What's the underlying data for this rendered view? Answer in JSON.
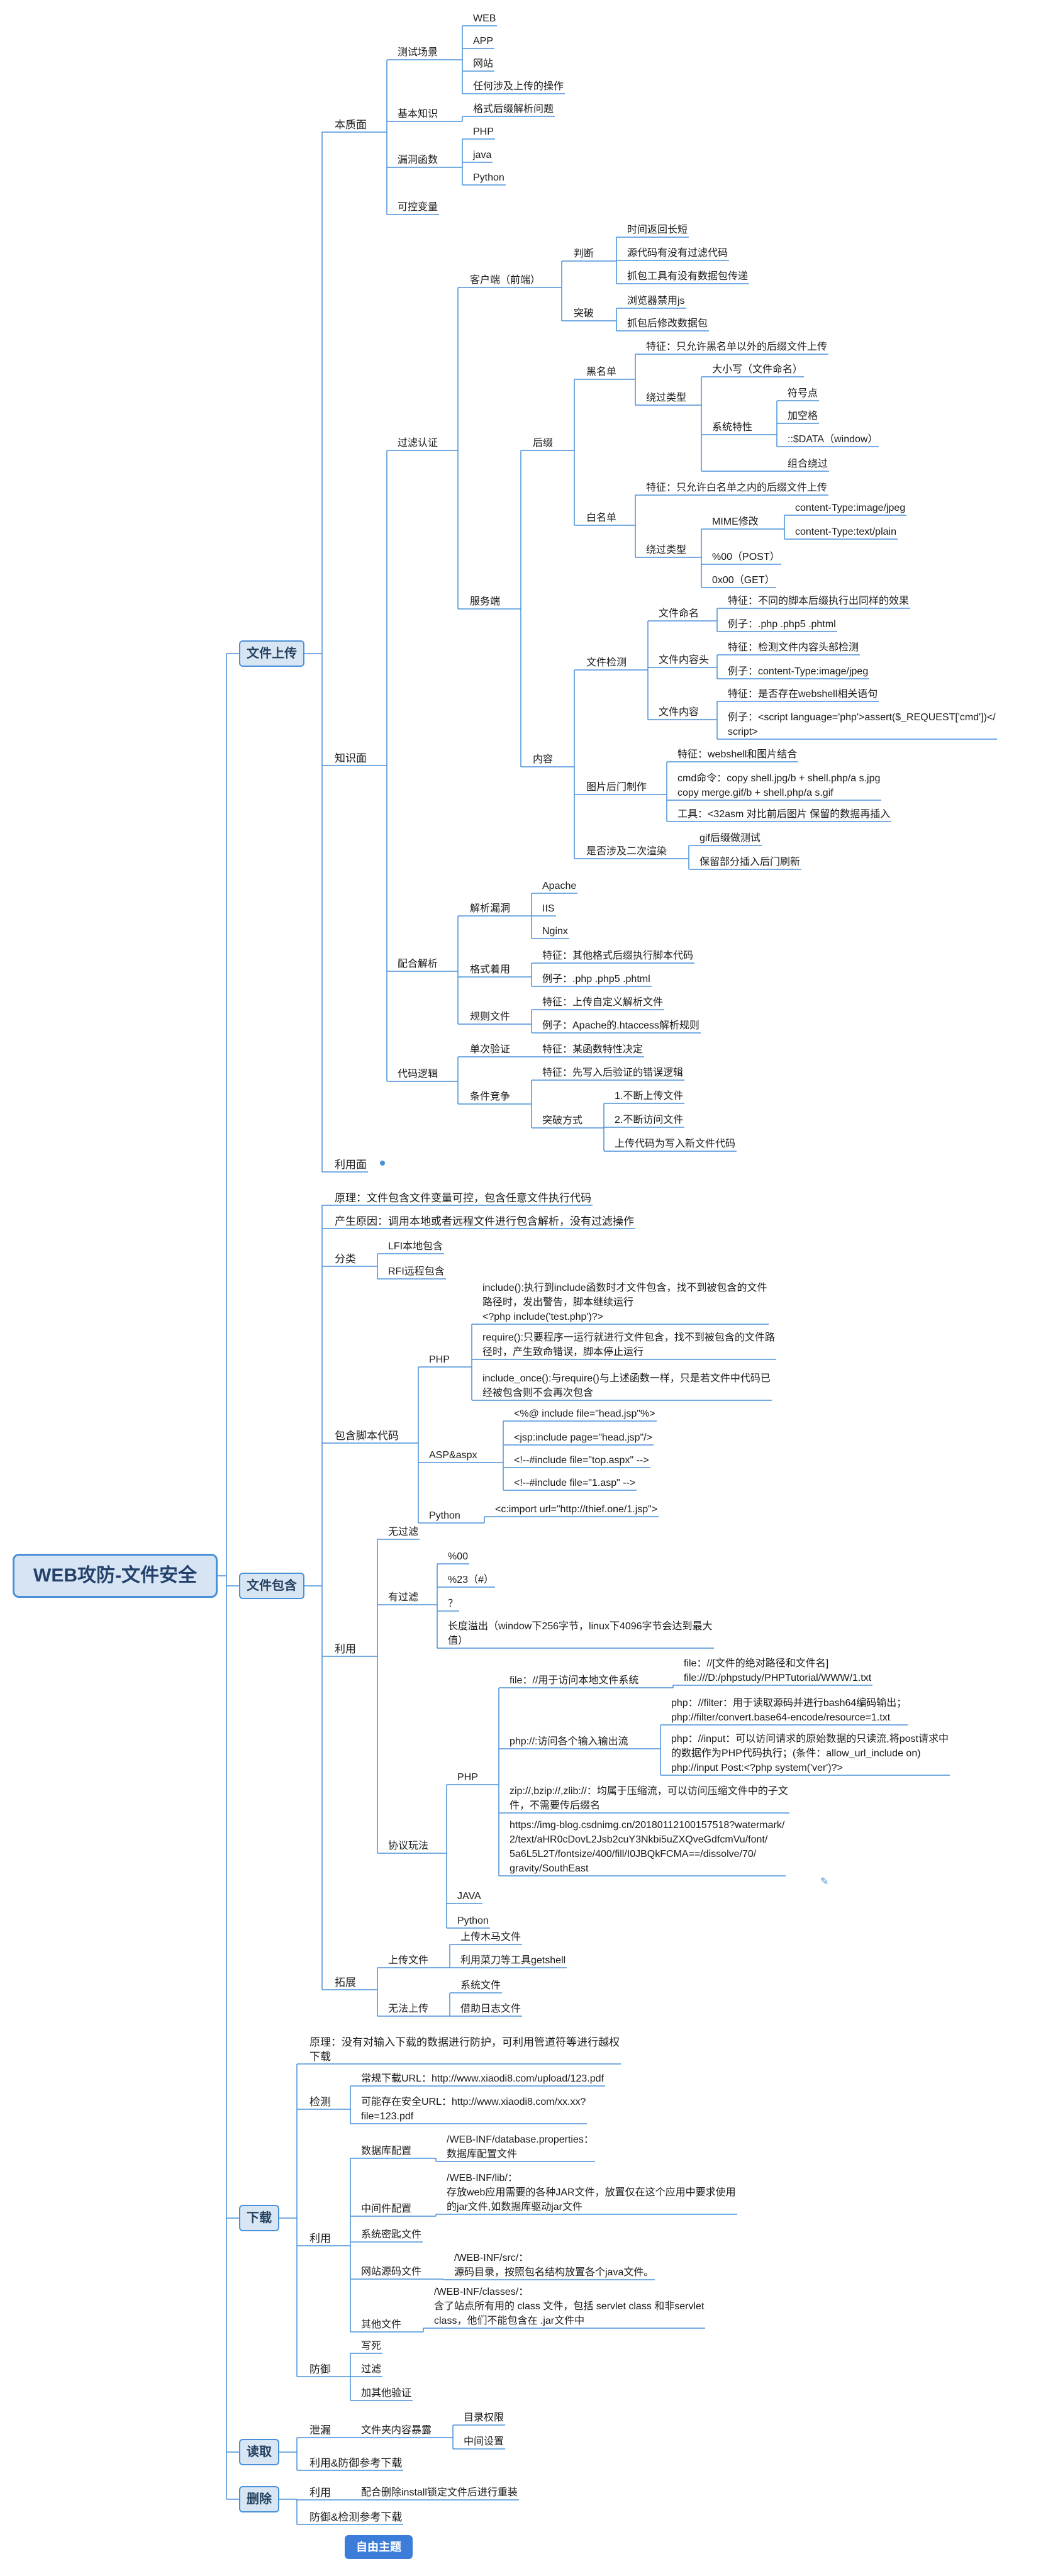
{
  "root": "WEB攻防-文件安全",
  "free_topic": "自由主题",
  "branches": {
    "upload": {
      "label": "文件上传",
      "essence": {
        "label": "本质面",
        "scene": {
          "label": "测试场景",
          "items": [
            "WEB",
            "APP",
            "网站",
            "任何涉及上传的操作"
          ]
        },
        "basic": {
          "label": "基本知识",
          "items": [
            "格式后缀解析问题"
          ]
        },
        "func": {
          "label": "漏洞函数",
          "items": [
            "PHP",
            "java",
            "Python"
          ]
        },
        "var": "可控变量"
      },
      "knowledge": {
        "label": "知识面",
        "filter": {
          "label": "过滤认证",
          "client": {
            "label": "客户端（前端）",
            "judge": {
              "label": "判断",
              "items": [
                "时间返回长短",
                "源代码有没有过滤代码",
                "抓包工具有没有数据包传递"
              ]
            },
            "bypass": {
              "label": "突破",
              "items": [
                "浏览器禁用js",
                "抓包后修改数据包"
              ]
            }
          },
          "server": {
            "label": "服务端",
            "suffix": {
              "label": "后缀",
              "black": {
                "label": "黑名单",
                "feature": "特征：只允许黑名单以外的后缀文件上传",
                "bypass": {
                  "label": "绕过类型",
                  "case": "大小写（文件命名）",
                  "sys": {
                    "label": "系统特性",
                    "items": [
                      "符号点",
                      "加空格",
                      "::$DATA（window）"
                    ]
                  },
                  "combo": "组合绕过"
                }
              },
              "white": {
                "label": "白名单",
                "feature": "特征：只允许白名单之内的后缀文件上传",
                "bypass": {
                  "label": "绕过类型",
                  "mime": {
                    "label": "MIME修改",
                    "items": [
                      "content-Type:image/jpeg",
                      "content-Type:text/plain"
                    ]
                  },
                  "post": "%00（POST）",
                  "get": "0x00（GET）"
                }
              }
            },
            "content": {
              "label": "内容",
              "detect": {
                "label": "文件检测",
                "name": {
                  "label": "文件命名",
                  "items": [
                    "特征：不同的脚本后缀执行出同样的效果",
                    "例子：.php .php5 .phtml"
                  ]
                },
                "head": {
                  "label": "文件内容头",
                  "items": [
                    "特征：检测文件内容头部检测",
                    "例子：content-Type:image/jpeg"
                  ]
                },
                "body": {
                  "label": "文件内容",
                  "items": [
                    "特征：是否存在webshell相关语句",
                    "例子：<script language='php'>assert($_REQUEST['cmd'])</\nscript>"
                  ]
                }
              },
              "imgdoor": {
                "label": "图片后门制作",
                "items": [
                  "特征：webshell和图片结合",
                  "cmd命令：copy shell.jpg/b + shell.php/a s.jpg\ncopy merge.gif/b + shell.php/a s.gif",
                  "工具：<32asm 对比前后图片 保留的数据再插入"
                ]
              },
              "second": {
                "label": "是否涉及二次渲染",
                "items": [
                  "gif后缀做测试",
                  "保留部分插入后门刷新"
                ]
              }
            }
          }
        },
        "parse": {
          "label": "配合解析",
          "vuln": {
            "label": "解析漏洞",
            "items": [
              "Apache",
              "IIS",
              "Nginx"
            ]
          },
          "format": {
            "label": "格式着用",
            "items": [
              "特征：其他格式后缀执行脚本代码",
              "例子：.php .php5 .phtml"
            ]
          },
          "rule": {
            "label": "规则文件",
            "items": [
              "特征：上传自定义解析文件",
              "例子：Apache的.htaccess解析规则"
            ]
          }
        },
        "logic": {
          "label": "代码逻辑",
          "single": {
            "label": "单次验证",
            "items": [
              "特征：某函数特性决定"
            ]
          },
          "race": {
            "label": "条件竞争",
            "feature": "特征：先写入后验证的错误逻辑",
            "bypass": {
              "label": "突破方式",
              "items": [
                "1.不断上传文件",
                "2.不断访问文件",
                "上传代码为写入新文件代码"
              ]
            }
          }
        }
      },
      "use": "利用面"
    },
    "include": {
      "label": "文件包含",
      "principle": "原理：文件包含文件变量可控，包含任意文件执行代码",
      "cause": "产生原因：调用本地或者远程文件进行包含解析，没有过滤操作",
      "type": {
        "label": "分类",
        "items": [
          "LFI本地包含",
          "RFI远程包含"
        ]
      },
      "script": {
        "label": "包含脚本代码",
        "php": {
          "label": "PHP",
          "items": [
            "include():执行到include函数时才文件包含，找不到被包含的文件\n路径时，发出警告，脚本继续运行\n<?php include('test.php')?>",
            "require():只要程序一运行就进行文件包含，找不到被包含的文件路\n径时，产生致命错误，脚本停止运行",
            "include_once():与require()与上述函数一样，只是若文件中代码已\n经被包含则不会再次包含"
          ]
        },
        "asp": {
          "label": "ASP&aspx",
          "items": [
            "<%@ include file=\"head.jsp\"%>",
            "<jsp:include page=\"head.jsp\"/>",
            "<!--#include file=\"top.aspx\" -->",
            "<!--#include file=\"1.asp\" -->"
          ]
        },
        "python": {
          "label": "Python",
          "items": [
            "<c:import url=\"http://thief.one/1.jsp\">"
          ]
        }
      },
      "use": {
        "label": "利用",
        "nofilter": "无过滤",
        "filter": {
          "label": "有过滤",
          "items": [
            "%00",
            "%23（#）",
            "？",
            "长度溢出（window下256字节，linux下4096字节会达到最大\n值）"
          ]
        },
        "proto": {
          "label": "协议玩法",
          "php": {
            "label": "PHP",
            "file": {
              "label": "file：//用于访问本地文件系统",
              "items": [
                "file：//[文件的绝对路径和文件名]\nfile:///D:/phpstudy/PHPTutorial/WWW/1.txt"
              ]
            },
            "stream": {
              "label": "php://:访问各个输入输出流",
              "items": [
                "php：//filter：用于读取源码并进行bash64编码输出；\nphp://filter/convert.base64-encode/resource=1.txt",
                "php：//input：可以访问请求的原始数据的只读流,将post请求中\n的数据作为PHP代码执行；(条件：allow_url_include on)\nphp://input Post:<?php system('ver')?>"
              ]
            },
            "zip": "zip://,bzip://,zlib://：均属于压缩流，可以访问压缩文件中的子文\n件，不需要传后缀名",
            "url": "https://img-blog.csdnimg.cn/20180112100157518?watermark/\n2/text/aHR0cDovL2Jsb2cuY3Nkbi5uZXQveGdfcmVu/font/\n5a6L5L2T/fontsize/400/fill/I0JBQkFCMA==/dissolve/70/\ngravity/SouthEast"
          },
          "java": "JAVA",
          "python": "Python"
        }
      },
      "expand": {
        "label": "拓展",
        "upload": {
          "label": "上传文件",
          "items": [
            "上传木马文件",
            "利用菜刀等工具getshell"
          ]
        },
        "noupload": {
          "label": "无法上传",
          "items": [
            "系统文件",
            "借助日志文件"
          ]
        }
      }
    },
    "download": {
      "label": "下载",
      "principle": "原理：没有对输入下载的数据进行防护，可利用管道符等进行越权\n下载",
      "detect": {
        "label": "检测",
        "items": [
          "常规下载URL：http://www.xiaodi8.com/upload/123.pdf",
          "可能存在安全URL：http://www.xiaodi8.com/xx.xx?\nfile=123.pdf"
        ]
      },
      "use": {
        "label": "利用",
        "db": {
          "label": "数据库配置",
          "items": [
            "/WEB-INF/database.properties：\n数据库配置文件"
          ]
        },
        "middle": {
          "label": "中间件配置",
          "items": [
            "/WEB-INF/lib/：\n存放web应用需要的各种JAR文件，放置仅在这个应用中要求使用\n的jar文件,如数据库驱动jar文件"
          ]
        },
        "sys": "系统密匙文件",
        "src": {
          "label": "网站源码文件",
          "items": [
            "/WEB-INF/src/：\n源码目录，按照包名结构放置各个java文件。"
          ]
        },
        "other": {
          "label": "其他文件",
          "items": [
            "/WEB-INF/classes/：\n含了站点所有用的 class 文件，包括 servlet class 和非servlet\nclass，他们不能包含在 .jar文件中"
          ]
        }
      },
      "defend": {
        "label": "防御",
        "items": [
          "写死",
          "过滤",
          "加其他验证"
        ]
      }
    },
    "read": {
      "label": "读取",
      "leak": {
        "label": "泄漏",
        "sub": {
          "label": "文件夹内容暴露",
          "items": [
            "目录权限",
            "中间设置"
          ]
        }
      },
      "ref": "利用&防御参考下载"
    },
    "delete": {
      "label": "删除",
      "use": {
        "label": "利用",
        "items": [
          "配合删除install锁定文件后进行重装"
        ]
      },
      "ref": "防御&检测参考下载"
    }
  }
}
